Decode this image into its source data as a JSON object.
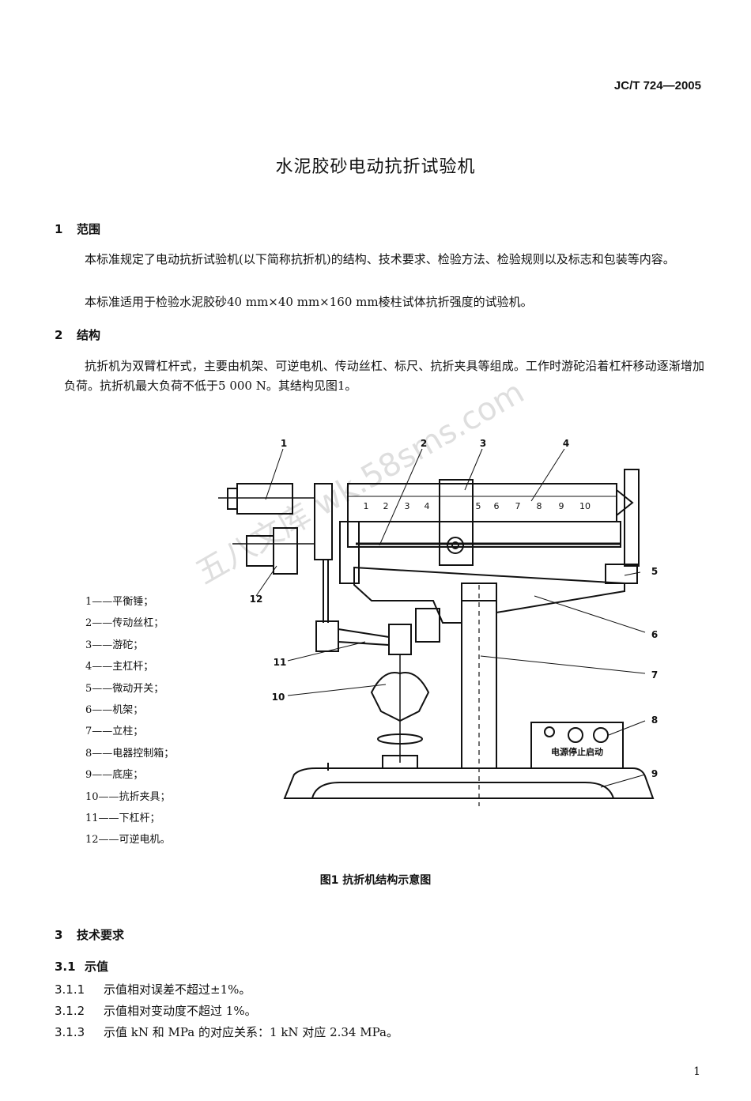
{
  "header": {
    "std_code": "JC/T 724—2005"
  },
  "title": "水泥胶砂电动抗折试验机",
  "sections": {
    "s1": {
      "num": "1",
      "title": "范围"
    },
    "s1_p1": "本标准规定了电动抗折试验机(以下简称抗折机)的结构、技术要求、检验方法、检验规则以及标志和包装等内容。",
    "s1_p2": "本标准适用于检验水泥胶砂40 mm×40 mm×160 mm棱柱试体抗折强度的试验机。",
    "s2": {
      "num": "2",
      "title": "结构"
    },
    "s2_p1": "抗折机为双臂杠杆式，主要由机架、可逆电机、传动丝杠、标尺、抗折夹具等组成。工作时游砣沿着杠杆移动逐渐增加负荷。抗折机最大负荷不低于5 000 N。其结构见图1。",
    "s3": {
      "num": "3",
      "title": "技术要求"
    },
    "s31": {
      "num": "3.1",
      "title": "示值"
    },
    "c311": {
      "num": "3.1.1",
      "text": "示值相对误差不超过±1%。"
    },
    "c312": {
      "num": "3.1.2",
      "text": "示值相对变动度不超过 1%。"
    },
    "c313": {
      "num": "3.1.3",
      "text": "示值 kN 和 MPa 的对应关系：1 kN 对应 2.34 MPa。"
    }
  },
  "figure": {
    "caption": "图1   抗折机结构示意图",
    "legend": [
      "1——平衡锤；",
      "2——传动丝杠；",
      "3——游砣；",
      "4——主杠杆；",
      "5——微动开关；",
      "6——机架；",
      "7——立柱；",
      "8——电器控制箱；",
      "9——底座；",
      "10——抗折夹具；",
      "11——下杠杆；",
      "12——可逆电机。"
    ],
    "callouts": [
      "1",
      "2",
      "3",
      "4",
      "5",
      "6",
      "7",
      "8",
      "9",
      "10",
      "11",
      "12"
    ],
    "scale_ticks": [
      "1",
      "2",
      "3",
      "4",
      "5",
      "6",
      "7",
      "8",
      "9",
      "10"
    ],
    "control_box_label": "电源停止启动"
  },
  "watermark": "五八文库 wk.58sms.com",
  "page_number": "1"
}
